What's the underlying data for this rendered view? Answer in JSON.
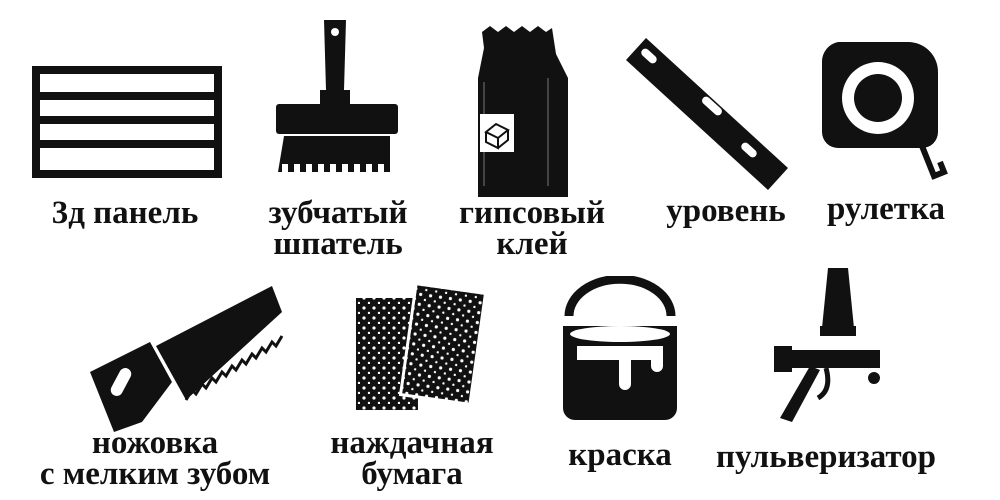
{
  "colors": {
    "ink": "#111111",
    "background": "#ffffff"
  },
  "items": [
    {
      "icon": "3d-panel-icon",
      "lines": [
        "3д панель"
      ]
    },
    {
      "icon": "notched-trowel-icon",
      "lines": [
        "зубчатый",
        "шпатель"
      ]
    },
    {
      "icon": "gypsum-glue-bag-icon",
      "lines": [
        "гипсовый",
        "клей"
      ]
    },
    {
      "icon": "spirit-level-icon",
      "lines": [
        "уровень"
      ]
    },
    {
      "icon": "tape-measure-icon",
      "lines": [
        "рулетка"
      ]
    },
    {
      "icon": "handsaw-icon",
      "lines": [
        "ножовка",
        "с мелким зубом"
      ]
    },
    {
      "icon": "sandpaper-icon",
      "lines": [
        "наждачная",
        "бумага"
      ]
    },
    {
      "icon": "paint-bucket-icon",
      "lines": [
        "краска"
      ]
    },
    {
      "icon": "spray-gun-icon",
      "lines": [
        "пульверизатор"
      ]
    }
  ]
}
